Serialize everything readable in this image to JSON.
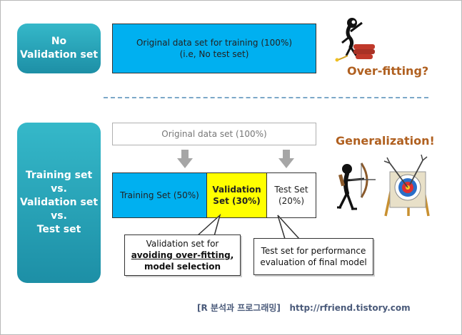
{
  "top_row": {
    "label_line1": "No",
    "label_line2": "Validation set",
    "box_line1": "Original data set for training (100%)",
    "box_line2": "(i.e, No test set)",
    "result": "Over-fitting?"
  },
  "bottom_row": {
    "label_line1": "Training set",
    "label_line2": "vs.",
    "label_line3": "Validation set",
    "label_line4": "vs.",
    "label_line5": "Test set",
    "original_box": "Original data set (100%)",
    "training_box": "Training Set (50%)",
    "validation_line1": "Validation",
    "validation_line2": "Set (30%)",
    "test_line1": "Test Set",
    "test_line2": "(20%)",
    "result": "Generalization!",
    "callout_validation": {
      "line1": "Validation set for",
      "line2": "avoiding over-fitting",
      "line2_suffix": ",",
      "line3": "model selection"
    },
    "callout_test": {
      "line1": "Test set for performance",
      "line2": "evaluation of final  model"
    }
  },
  "footer": {
    "korean": "[R 분석과 프로그래밍]",
    "url": "http://rfriend.tistory.com"
  },
  "colors": {
    "pill": "#1d8fa6",
    "training": "#00b0f0",
    "validation": "#ffff00",
    "result_text": "#b06020",
    "dash": "#7ca8c8"
  }
}
